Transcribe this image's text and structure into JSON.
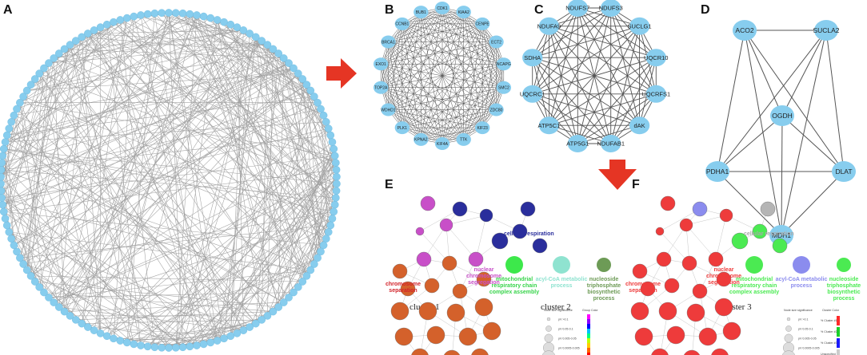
{
  "panels": {
    "A": "A",
    "B": "B",
    "C": "C",
    "D": "D",
    "E": "E",
    "F": "F"
  },
  "colors": {
    "node": "#87cdee",
    "edge": "#8a8a8a",
    "arrow": "#e53524",
    "chromosome": "#d4612b",
    "segregation": "#c84fc8",
    "respiration": "#2a2e9c",
    "mito": "#3de84b",
    "acyl": "#8fe3d0",
    "nucleoside": "#6d9b56",
    "f_red": "#ee3b3b",
    "f_green": "#4bea52",
    "f_blue": "#8b8cee",
    "f_grey": "#b5b5b5"
  },
  "cluster1": {
    "caption": "cluster 1",
    "nodes": [
      "CDK1",
      "KIAA2",
      "CENPE",
      "ECT2",
      "NCAPG",
      "SMC2",
      "ZDC80",
      "KIF23",
      "TTK",
      "KIF4A",
      "KPNA2",
      "PLK1",
      "WDHD1",
      "TOP2A",
      "EXO1",
      "BRCA1",
      "CCNB1",
      "BUB1"
    ]
  },
  "cluster2": {
    "caption": "cluster 2",
    "nodes": [
      "NDUFS7",
      "NDUFS3",
      "SUCLG1",
      "UQCR10",
      "UQCRFS1",
      "dAK",
      "NDUFAB1",
      "ATP5G1",
      "ATP5C1",
      "UQCRC1",
      "SDHA",
      "NDUFA9"
    ]
  },
  "cluster3": {
    "caption": "cluster 3",
    "nodes": [
      "ACO2",
      "SUCLA2",
      "OGDH",
      "PDHA1",
      "DLAT",
      "MDH1"
    ]
  },
  "panelE": {
    "terms": {
      "respiration": "cellular respiration",
      "segregation": "nuclear\nchromosome\nsegregation",
      "separation": "chromosome\nseparation",
      "mito": "mitochondrial\nrespiratory chain\ncomplex assembly",
      "acyl": "acyl-CoA metabolic\nprocess",
      "nucleoside": "nucleoside\ntriphosphate\nbiosynthetic\nprocess"
    },
    "legend_title": "Node size significance",
    "legend_items": [
      "pV >0.1",
      "pV 0.05-0.1",
      "pV 0.005-0.05",
      "pV 0.0005-0.005",
      "pV <0.0005"
    ],
    "color_title": "Group Color"
  },
  "panelF": {
    "terms": {
      "respiration": "cellular respiration",
      "segregation": "nuclear\nchromosome\nsegregation",
      "separation": "chromosome\nseparation",
      "mito": "mitochondrial\nrespiratory chain\ncomplex assembly",
      "acyl": "acyl-CoA metabolic\nprocess",
      "nucleoside": "nucleoside\ntriphosphate\nbiosynthetic\nprocess"
    },
    "legend_title": "Node size significance",
    "legend_items": [
      "pV >0.1",
      "pV 0.05-0.1",
      "pV 0.005-0.05",
      "pV 0.0005-0.005",
      "pV <0.0005"
    ],
    "color_title": "Cluster Color",
    "cluster_labels": [
      "% Cluster #1",
      "% Cluster #2",
      "% Cluster #3",
      "Unspecified"
    ]
  }
}
